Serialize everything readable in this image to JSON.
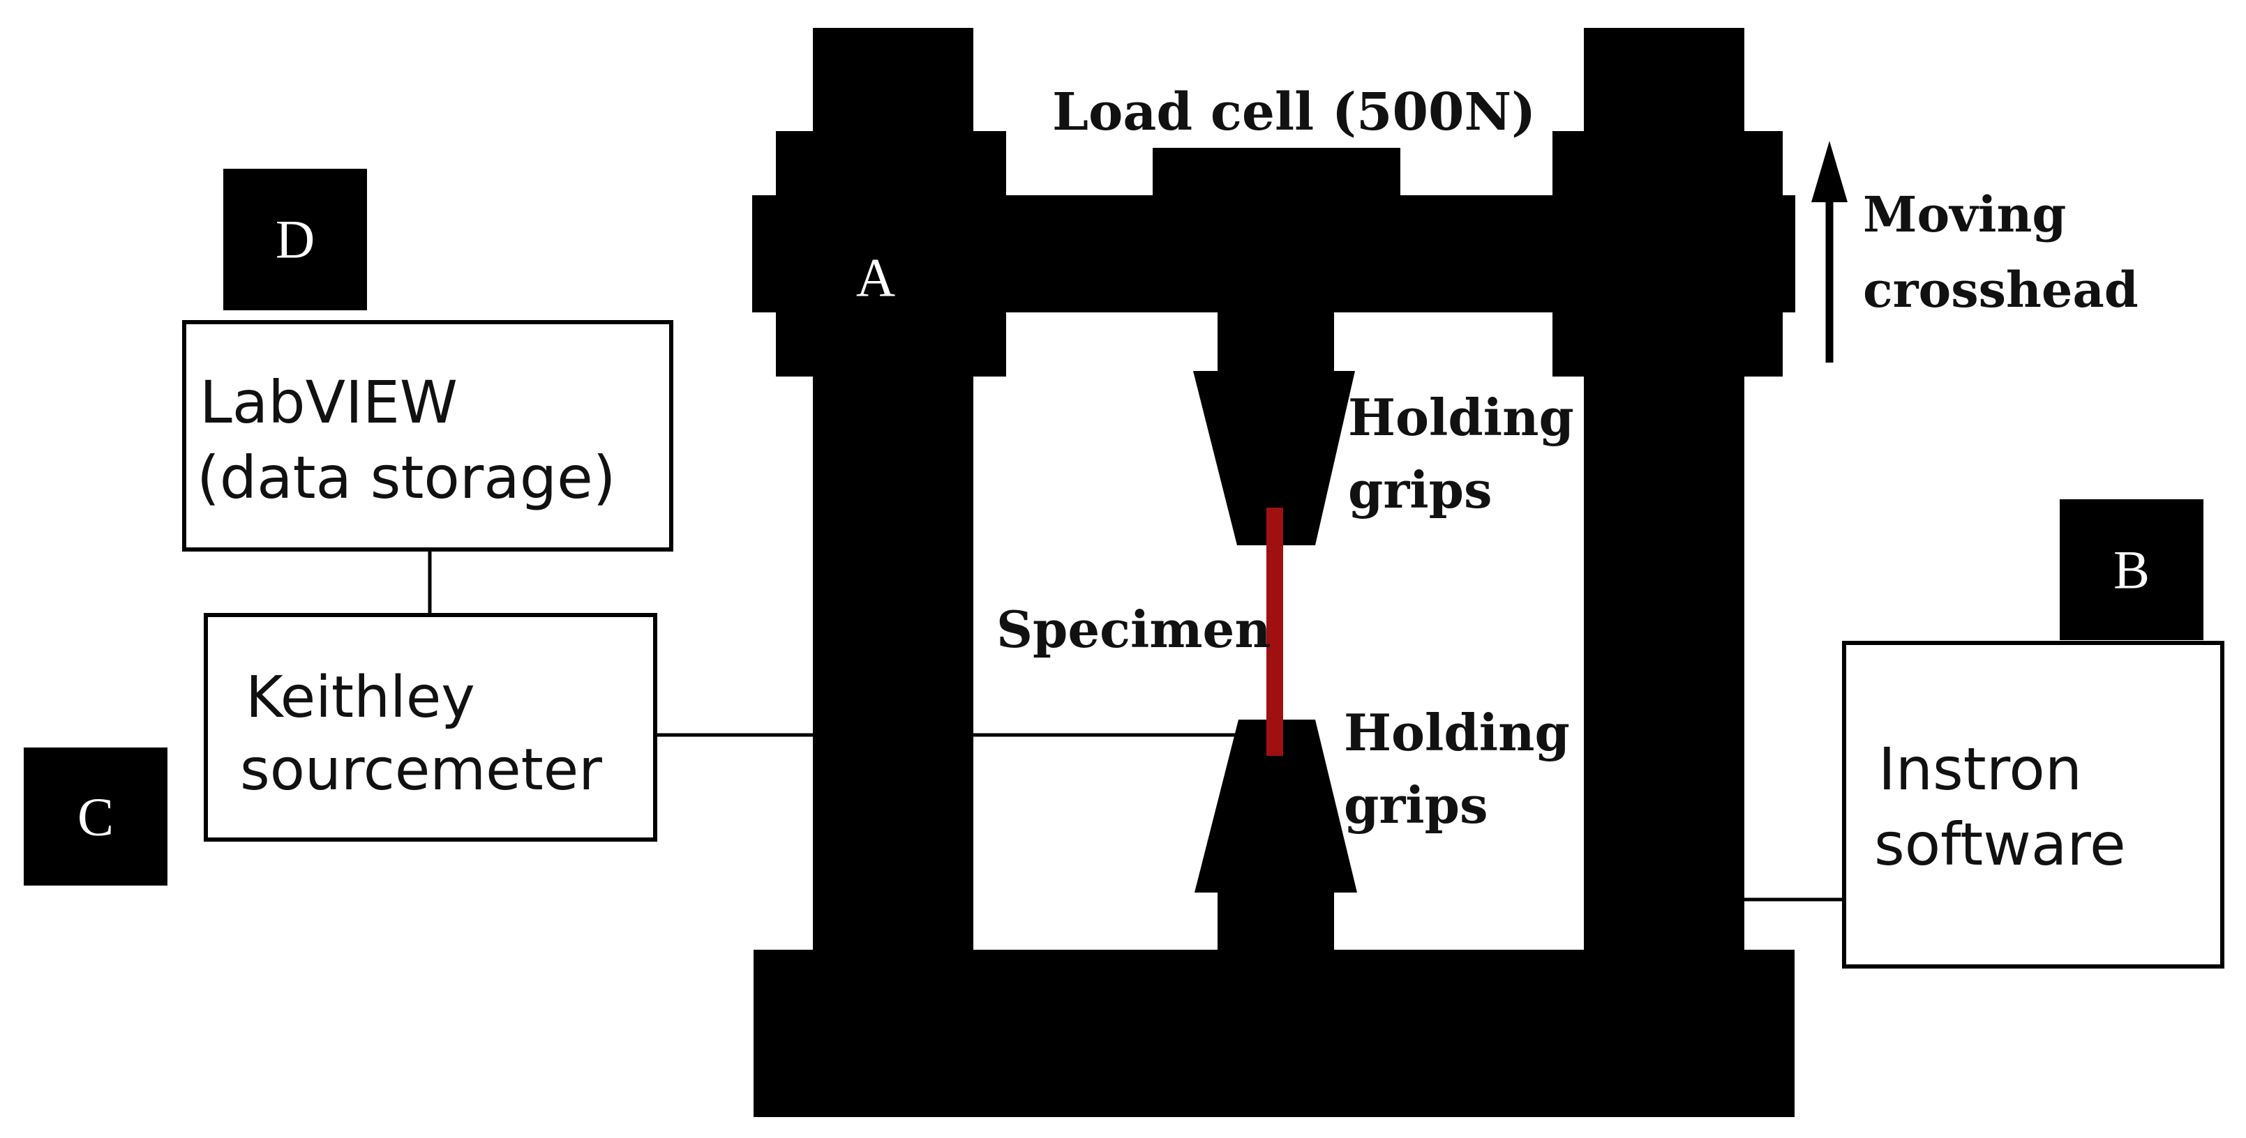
{
  "labels": {
    "load_cell": "Load cell (500N)",
    "moving_crosshead": [
      "Moving",
      "crosshead"
    ],
    "holding_grips_top": [
      "Holding",
      "grips"
    ],
    "holding_grips_bottom": [
      "Holding",
      "grips"
    ],
    "specimen": "Specimen",
    "labview": [
      "LabVIEW",
      "(data storage)"
    ],
    "keithley": [
      "Keithley",
      "sourcemeter"
    ],
    "instron": [
      "Instron",
      "software"
    ]
  },
  "tags": {
    "a": "A",
    "b": "B",
    "c": "C",
    "d": "D"
  },
  "colors": {
    "frame": "#000000",
    "specimen": "#a01010",
    "box_stroke": "#000000",
    "tag_bg": "#000000",
    "tag_text": "#ffffff"
  }
}
